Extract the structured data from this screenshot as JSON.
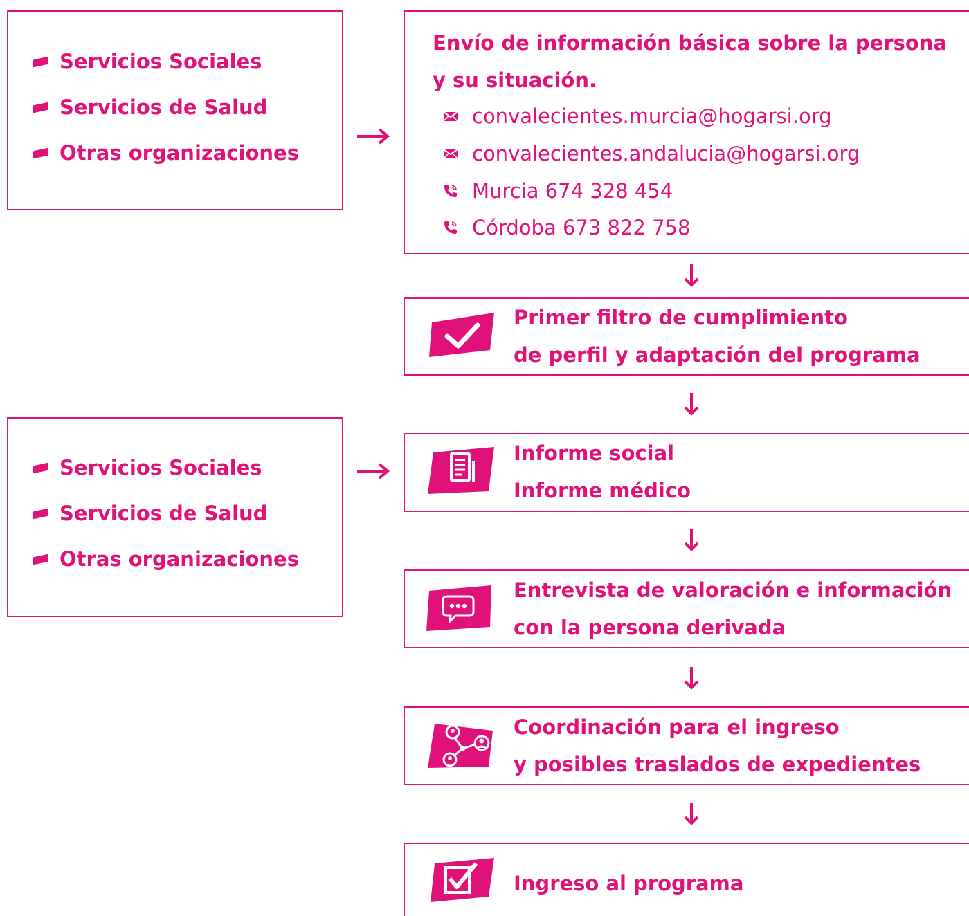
{
  "sources_top": {
    "items": [
      "Servicios Sociales",
      "Servicios de Salud",
      "Otras organizaciones"
    ]
  },
  "sources_bottom": {
    "items": [
      "Servicios Sociales",
      "Servicios de Salud",
      "Otras organizaciones"
    ]
  },
  "step_send": {
    "title_line1": "Envío de información básica sobre la persona",
    "title_line2": "y su situación.",
    "contacts": [
      {
        "icon": "envelope-icon",
        "text": "convalecientes.murcia@hogarsi.org"
      },
      {
        "icon": "envelope-icon",
        "text": "convalecientes.andalucia@hogarsi.org"
      },
      {
        "icon": "phone-icon",
        "text": "Murcia 674 328 454"
      },
      {
        "icon": "phone-icon",
        "text": "Córdoba 673 822 758"
      }
    ]
  },
  "step_filter": {
    "icon": "checkmark-icon",
    "line1": "Primer filtro de cumplimiento",
    "line2": "de perfil y adaptación del programa"
  },
  "step_reports": {
    "icon": "document-icon",
    "line1": "Informe social",
    "line2": "Informe médico"
  },
  "step_interview": {
    "icon": "chat-bubble-icon",
    "line1": "Entrevista de valoración e información",
    "line2": "con la persona derivada"
  },
  "step_coordination": {
    "icon": "network-people-icon",
    "line1": "Coordinación para el ingreso",
    "line2": "y posibles traslados de expedientes"
  },
  "step_admission": {
    "icon": "checkbox-icon",
    "line1": "Ingreso al programa"
  },
  "colors": {
    "accent": "#e0127a",
    "background": "#ffffff"
  }
}
